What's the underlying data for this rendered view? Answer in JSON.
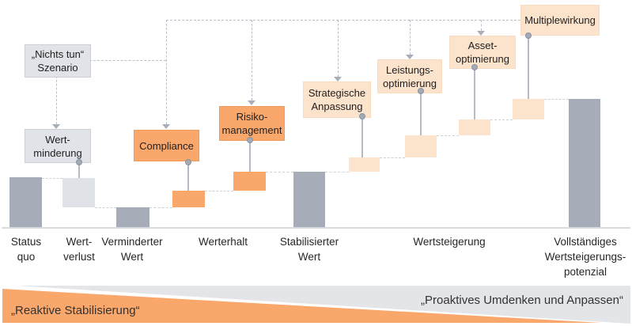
{
  "scenario": {
    "label": "„Nichts tun“\nSzenario"
  },
  "measure_boxes": [
    {
      "id": "wertminderung",
      "label": "Wert-\nminderung",
      "style": "gray"
    },
    {
      "id": "compliance",
      "label": "Compliance",
      "style": "orange"
    },
    {
      "id": "risikomanagement",
      "label": "Risiko-\nmanagement",
      "style": "orange"
    },
    {
      "id": "strategische-anpassung",
      "label": "Strategische\nAnpassung",
      "style": "peach"
    },
    {
      "id": "leistungsoptimierung",
      "label": "Leistungs-\noptimierung",
      "style": "peach"
    },
    {
      "id": "assetoptimierung",
      "label": "Asset-\noptimierung",
      "style": "peach"
    },
    {
      "id": "multiplewirkung",
      "label": "Multiplewirkung",
      "style": "peach"
    }
  ],
  "axis_labels": [
    {
      "label": "Status\nquo"
    },
    {
      "label": "Wert-\nverlust"
    },
    {
      "label": "Verminderter\nWert"
    },
    {
      "label": "Werterhalt"
    },
    {
      "label": "Stabilisierter\nWert"
    },
    {
      "label": "Wertsteigerung"
    },
    {
      "label": "Vollständiges\nWertsteigerungs-\npotenzial"
    }
  ],
  "bottom_band": {
    "left_label": "„Reaktive Stabilisierung“",
    "right_label": "„Proaktives Umdenken und Anpassen“"
  },
  "colors": {
    "bar_dark": "#a6adb8",
    "bar_light": "#dfe2e6",
    "orange": "#f9a76b",
    "peach": "#fce3cc",
    "box_gray": "#e0e3e7",
    "dashed_line": "#b9c0c8",
    "text": "#262626"
  },
  "chart_data": {
    "type": "waterfall",
    "title": "",
    "note": "Qualitative value-staircase diagram; no numeric axis shown. Values are approximate visual heights in pixels above the baseline.",
    "categories": [
      "Status quo",
      "Wertverlust",
      "Verminderter Wert",
      "Compliance",
      "Risikomanagement",
      "Stabilisierter Wert",
      "Strategische Anpassung",
      "Leistungsoptimierung",
      "Asset-optimierung",
      "Multiplewirkung",
      "Vollständiges Wertsteigerungspotenzial"
    ],
    "values": [
      64,
      -37,
      26,
      21,
      24,
      71,
      18,
      28,
      20,
      26,
      163
    ],
    "kinds": [
      "total",
      "decrease",
      "total",
      "increase",
      "increase",
      "total",
      "increase",
      "increase",
      "increase",
      "increase",
      "total"
    ],
    "legend_position": "none",
    "grid": false
  }
}
